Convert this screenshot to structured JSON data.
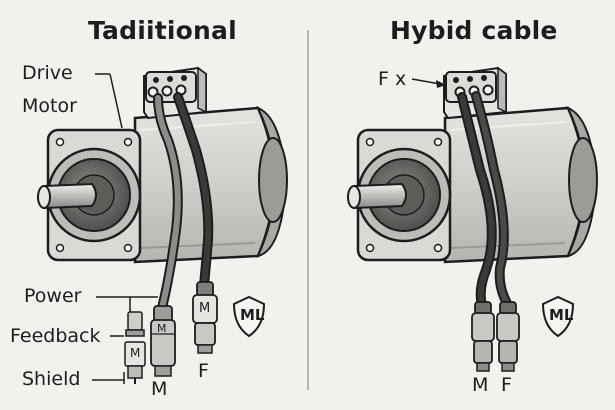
{
  "left_panel": {
    "title": "Tadiitional",
    "callouts": {
      "drive": "Drive",
      "motor": "Motor",
      "power": "Power",
      "feedback": "Feedback",
      "shield": "Shield"
    },
    "connector_letters": {
      "m": "M",
      "f": "F"
    },
    "plug_marks": {
      "m_small": "M",
      "m_plug": "M"
    },
    "badge_text": "ML"
  },
  "right_panel": {
    "title": "Hybid cable",
    "callout": "F x",
    "connector_letters": {
      "m": "M",
      "f": "F"
    },
    "badge_text": "ML"
  },
  "colors": {
    "background": "#f2f1ed",
    "motor_body": "#d4d3cf",
    "motor_dark": "#8f8e8a",
    "outline": "#1d1d1d",
    "cable_grey": "#8c8c88",
    "cable_black": "#3a3a3a",
    "divider": "#b8b7b2"
  }
}
